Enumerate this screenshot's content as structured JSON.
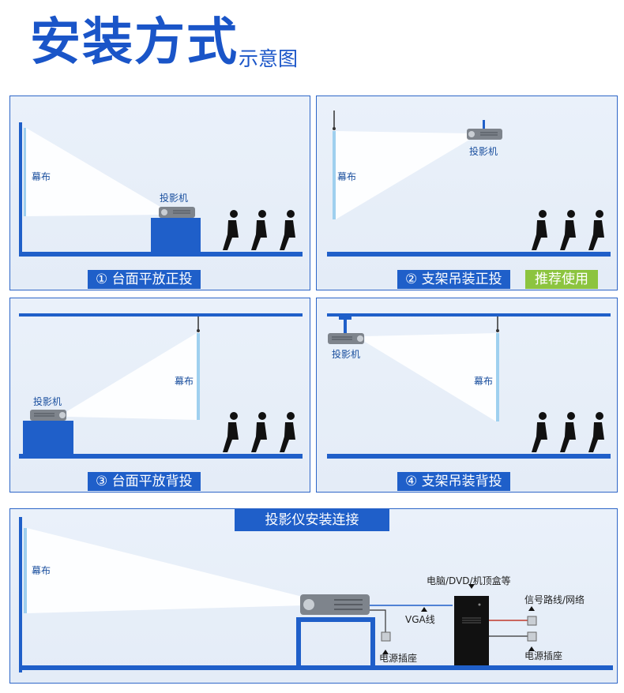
{
  "header": {
    "title": "安装方式",
    "subtitle": "示意图"
  },
  "labels": {
    "screen": "幕布",
    "projector": "投影机"
  },
  "panels": [
    {
      "caption": "① 台面平放正投"
    },
    {
      "caption": "② 支架吊装正投",
      "recommend": "推荐使用"
    },
    {
      "caption": "③ 台面平放背投"
    },
    {
      "caption": "④ 支架吊装背投"
    }
  ],
  "connection": {
    "title": "投影仪安装连接",
    "screen": "幕布",
    "computer": "电脑/DVD/机顶盒等",
    "vga": "VGA线",
    "signal": "信号路线/网络",
    "power_left": "电源插座",
    "power_right": "电源插座"
  },
  "colors": {
    "accent": "#1f5fc9",
    "recommend": "#8cc43f",
    "floor": "#1f5fc9"
  }
}
